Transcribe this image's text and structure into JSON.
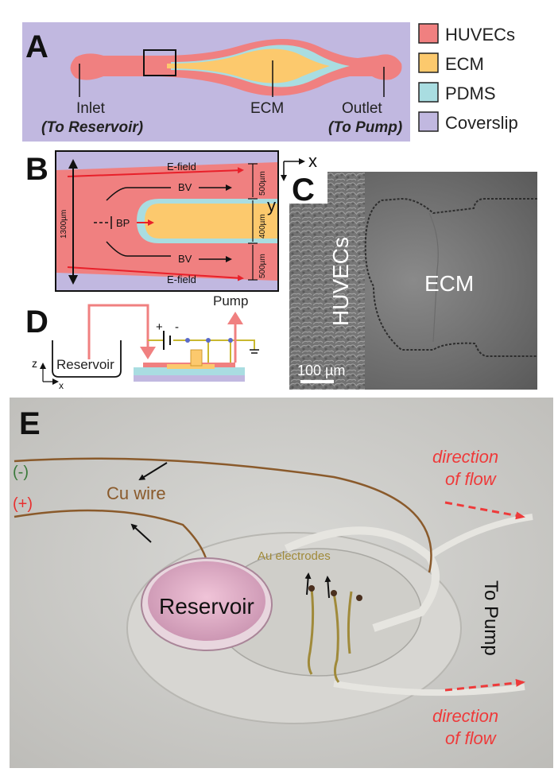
{
  "panels": {
    "a": {
      "letter": "A",
      "labels": {
        "inlet": "Inlet",
        "inlet_note": "(To Reservoir)",
        "ecm": "ECM",
        "outlet": "Outlet",
        "outlet_note": "(To Pump)"
      },
      "legend": [
        {
          "label": "HUVECs",
          "color": "#f08080"
        },
        {
          "label": "ECM",
          "color": "#fcc96d"
        },
        {
          "label": "PDMS",
          "color": "#a9dde1"
        },
        {
          "label": "Coverslip",
          "color": "#c1b8e0"
        }
      ]
    },
    "b": {
      "letter": "B",
      "labels": {
        "efield_top": "E-field",
        "bv_top": "BV",
        "bp": "BP",
        "bv_bottom": "BV",
        "efield_bottom": "E-field",
        "dim_total": "1300µm",
        "dim_top": "500µm",
        "dim_mid": "400µm",
        "dim_bottom": "500µm"
      }
    },
    "axes": {
      "x": "x",
      "y": "y"
    },
    "c": {
      "letter": "C",
      "labels": {
        "huvecs": "HUVECs",
        "ecm": "ECM",
        "scale": "100 µm"
      }
    },
    "d": {
      "letter": "D",
      "labels": {
        "reservoir": "Reservoir",
        "pump": "Pump",
        "plus": "+",
        "minus": "-",
        "z": "z",
        "x": "x"
      }
    },
    "e": {
      "letter": "E",
      "labels": {
        "minus": "(-)",
        "plus": "(+)",
        "cu_wire": "Cu wire",
        "au_electrodes": "Au electrodes",
        "reservoir": "Reservoir",
        "to_pump": "To Pump",
        "flow_top_1": "direction",
        "flow_top_2": "of flow",
        "flow_bottom_1": "direction",
        "flow_bottom_2": "of flow"
      }
    }
  },
  "colors": {
    "huvecs": "#f08080",
    "ecm": "#fcc96d",
    "pdms": "#a9dde1",
    "coverslip": "#c1b8e0",
    "arrow_red": "#e8202a",
    "flow_red": "#ee3a3a",
    "copper": "#8a5a2b",
    "au": "#a08a3a",
    "plus_red": "#e83030",
    "minus_green": "#3a7a3a"
  }
}
